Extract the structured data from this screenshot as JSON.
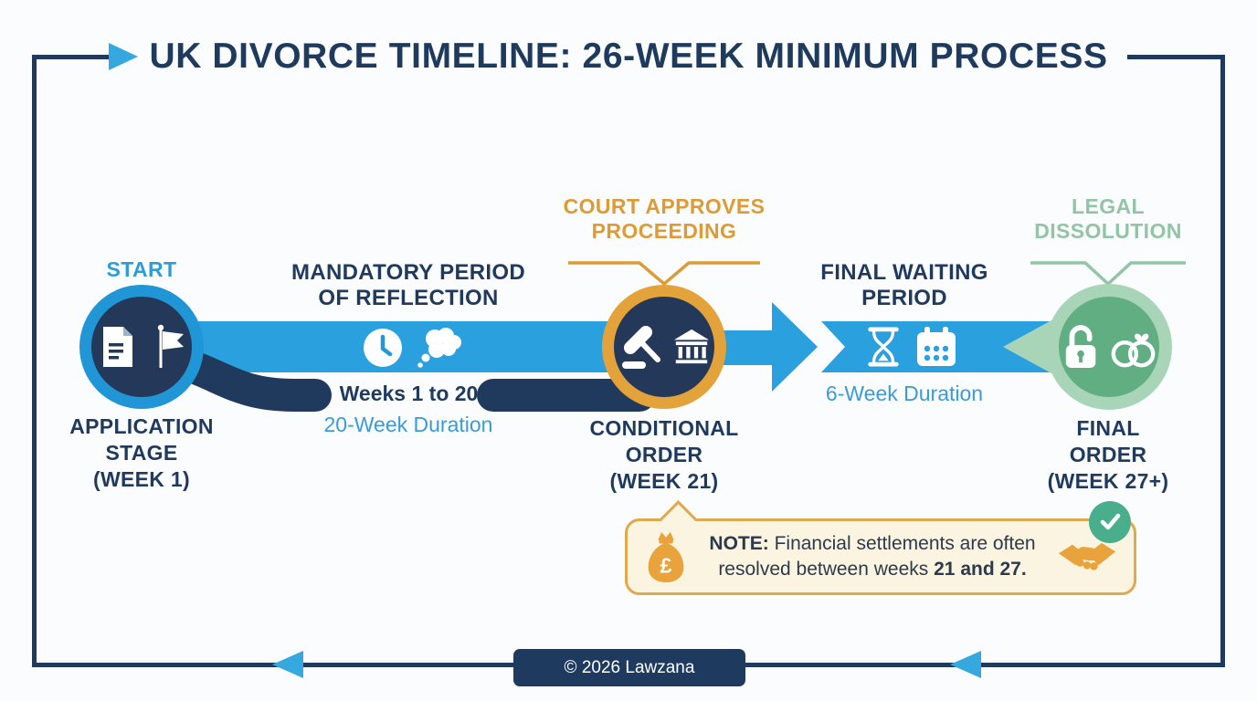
{
  "title": "UK DIVORCE TIMELINE: 26-WEEK MINIMUM PROCESS",
  "footer": {
    "copyright": "© 2026 Lawzana"
  },
  "colors": {
    "navy": "#1F3A5C",
    "blue_band": "#2BA0DE",
    "blue_text": "#3A9BD5",
    "orange": "#DD9B35",
    "green": "#61AE82",
    "green_light": "#A8D5B8",
    "green_label": "#92C5A6",
    "check_green": "#49AE8B",
    "note_bg": "#FBF4E1",
    "note_border": "#DFA94E"
  },
  "stages": {
    "application": {
      "overline": "START",
      "label": "APPLICATION\nSTAGE\n(WEEK 1)",
      "icons": [
        "document-icon",
        "flag-icon"
      ]
    },
    "reflection": {
      "heading": "MANDATORY PERIOD\nOF REFLECTION",
      "range": "Weeks 1 to 20",
      "duration": "20-Week Duration",
      "icons": [
        "clock-icon",
        "thought-bubble-icon"
      ]
    },
    "conditional": {
      "overline": "COURT APPROVES\nPROCEEDING",
      "label": "CONDITIONAL\nORDER\n(WEEK 21)",
      "icons": [
        "gavel-icon",
        "courthouse-icon"
      ]
    },
    "waiting": {
      "heading": "FINAL WAITING\nPERIOD",
      "duration": "6-Week Duration",
      "icons": [
        "hourglass-icon",
        "calendar-icon"
      ]
    },
    "final": {
      "overline": "LEGAL\nDISSOLUTION",
      "label": "FINAL\nORDER\n(WEEK 27+)",
      "icons": [
        "unlock-icon",
        "wedding-rings-icon"
      ]
    }
  },
  "note": {
    "prefix": "NOTE:",
    "line1": " Financial settlements are often",
    "line2_pre": "resolved between weeks ",
    "line2_bold": "21 and 27.",
    "icons": [
      "money-bag-icon",
      "handshake-icon",
      "check-icon"
    ]
  }
}
